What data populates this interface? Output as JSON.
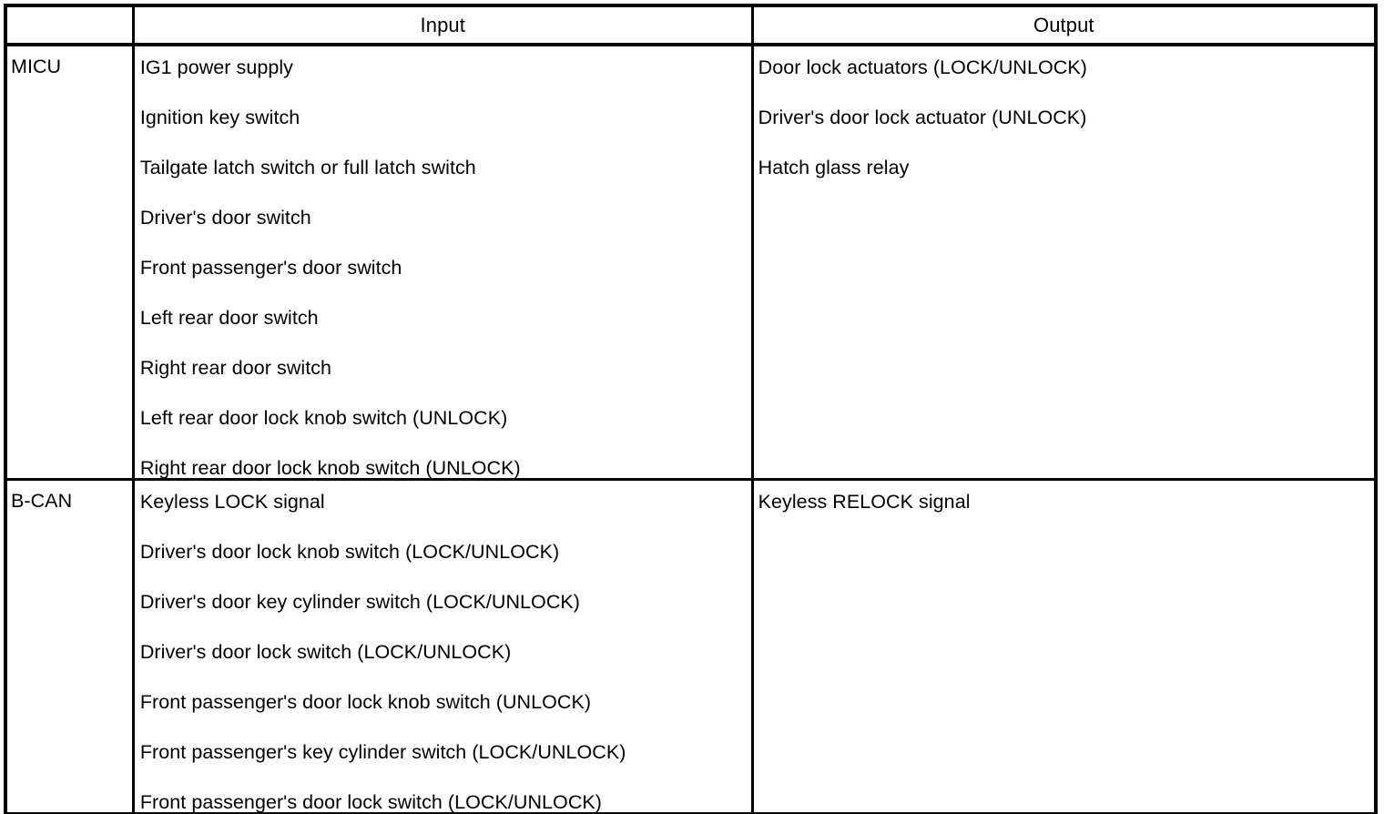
{
  "document": {
    "kind": "service-manual-io-table",
    "headers": {
      "module_column": "",
      "input": "Input",
      "output": "Output"
    }
  },
  "table": {
    "columns": [
      "",
      "Input",
      "Output"
    ],
    "rows": [
      {
        "module": "MICU",
        "inputs": [
          "IG1 power supply",
          "Ignition key switch",
          "Tailgate latch switch or full latch switch",
          "Driver's door switch",
          "Front passenger's door switch",
          "Left rear door switch",
          "Right rear door switch",
          "Left rear door lock knob switch (UNLOCK)",
          "Right rear door lock knob switch (UNLOCK)"
        ],
        "outputs": [
          "Door lock actuators (LOCK/UNLOCK)",
          "Driver's door lock actuator (UNLOCK)",
          "Hatch glass relay"
        ]
      },
      {
        "module": "B-CAN",
        "inputs": [
          "Keyless LOCK signal",
          "Driver's door lock knob switch (LOCK/UNLOCK)",
          "Driver's door key cylinder switch (LOCK/UNLOCK)",
          "Driver's door lock switch (LOCK/UNLOCK)",
          "Front passenger's door lock knob switch (UNLOCK)",
          "Front passenger's key cylinder switch (LOCK/UNLOCK)",
          "Front passenger's door lock switch (LOCK/UNLOCK)"
        ],
        "outputs": [
          "Keyless RELOCK signal"
        ]
      }
    ]
  },
  "style": {
    "text_color": "#000000",
    "border_color": "#000000",
    "background_color": "#ffffff"
  }
}
